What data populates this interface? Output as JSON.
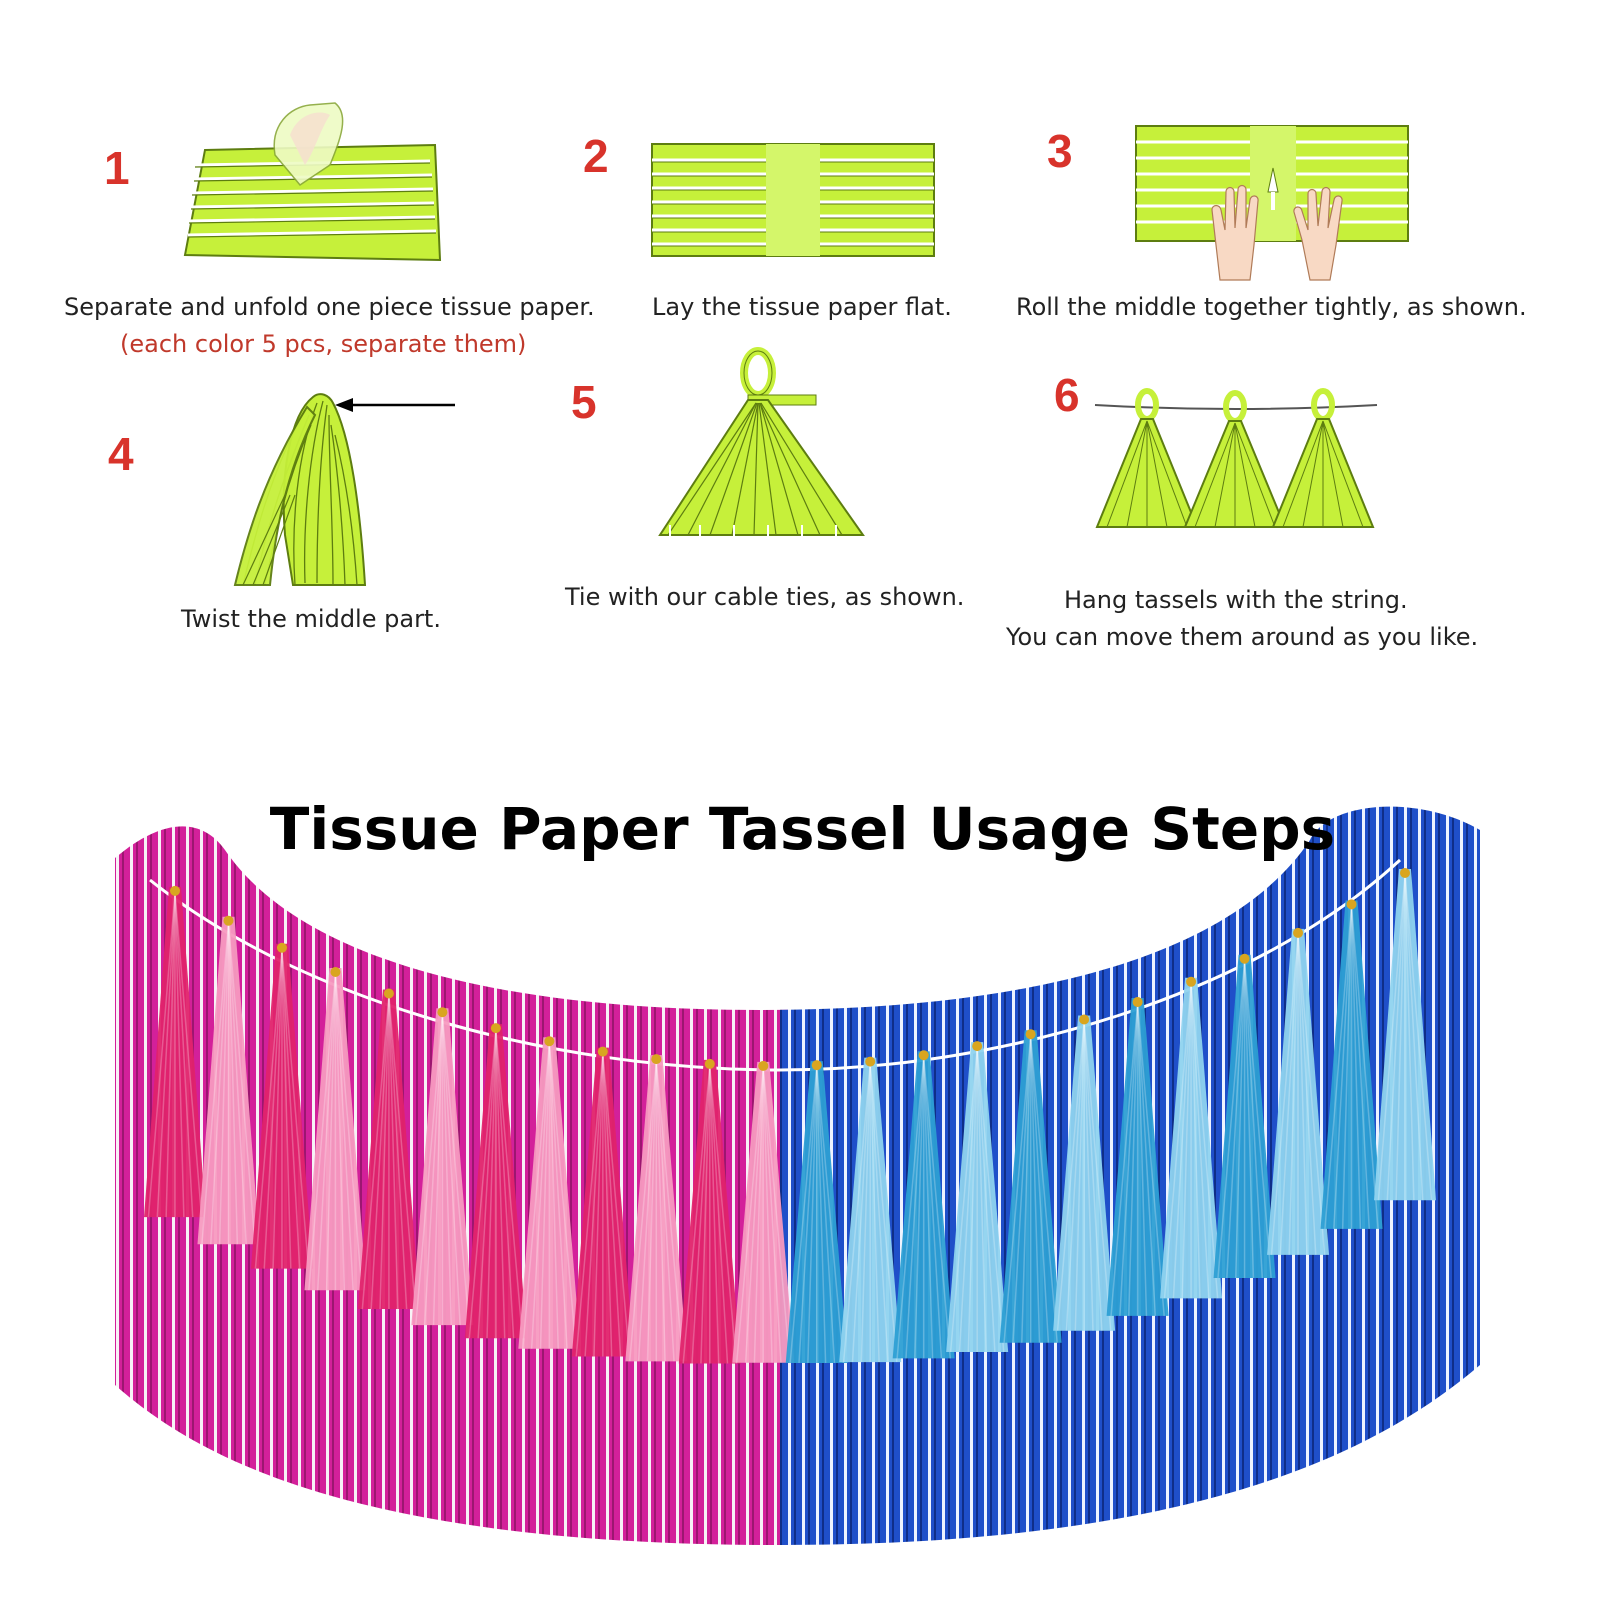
{
  "title": "Tissue Paper Tassel Usage Steps",
  "steps": [
    {
      "number": "1",
      "caption": "Separate and unfold one piece tissue paper.",
      "note": "(each color 5 pcs, separate them)"
    },
    {
      "number": "2",
      "caption": "Lay the tissue paper flat."
    },
    {
      "number": "3",
      "caption": "Roll the middle together tightly, as shown."
    },
    {
      "number": "4",
      "caption": "Twist the middle part."
    },
    {
      "number": "5",
      "caption": "Tie with our cable ties, as shown."
    },
    {
      "number": "6",
      "caption": "Hang tassels with the string.",
      "caption2": "You can move them around as you like."
    }
  ],
  "colors": {
    "step_number": "#d8332b",
    "tissue_green": "#c6f03a",
    "tissue_outline": "#5d7d10",
    "pink_curtain": "#d3209a",
    "blue_curtain": "#1f4fc9",
    "hot_pink": "#e0236c",
    "light_pink": "#f79ac0",
    "blue_tassel": "#2d9fd4",
    "light_blue_tassel": "#8fd3ef"
  }
}
